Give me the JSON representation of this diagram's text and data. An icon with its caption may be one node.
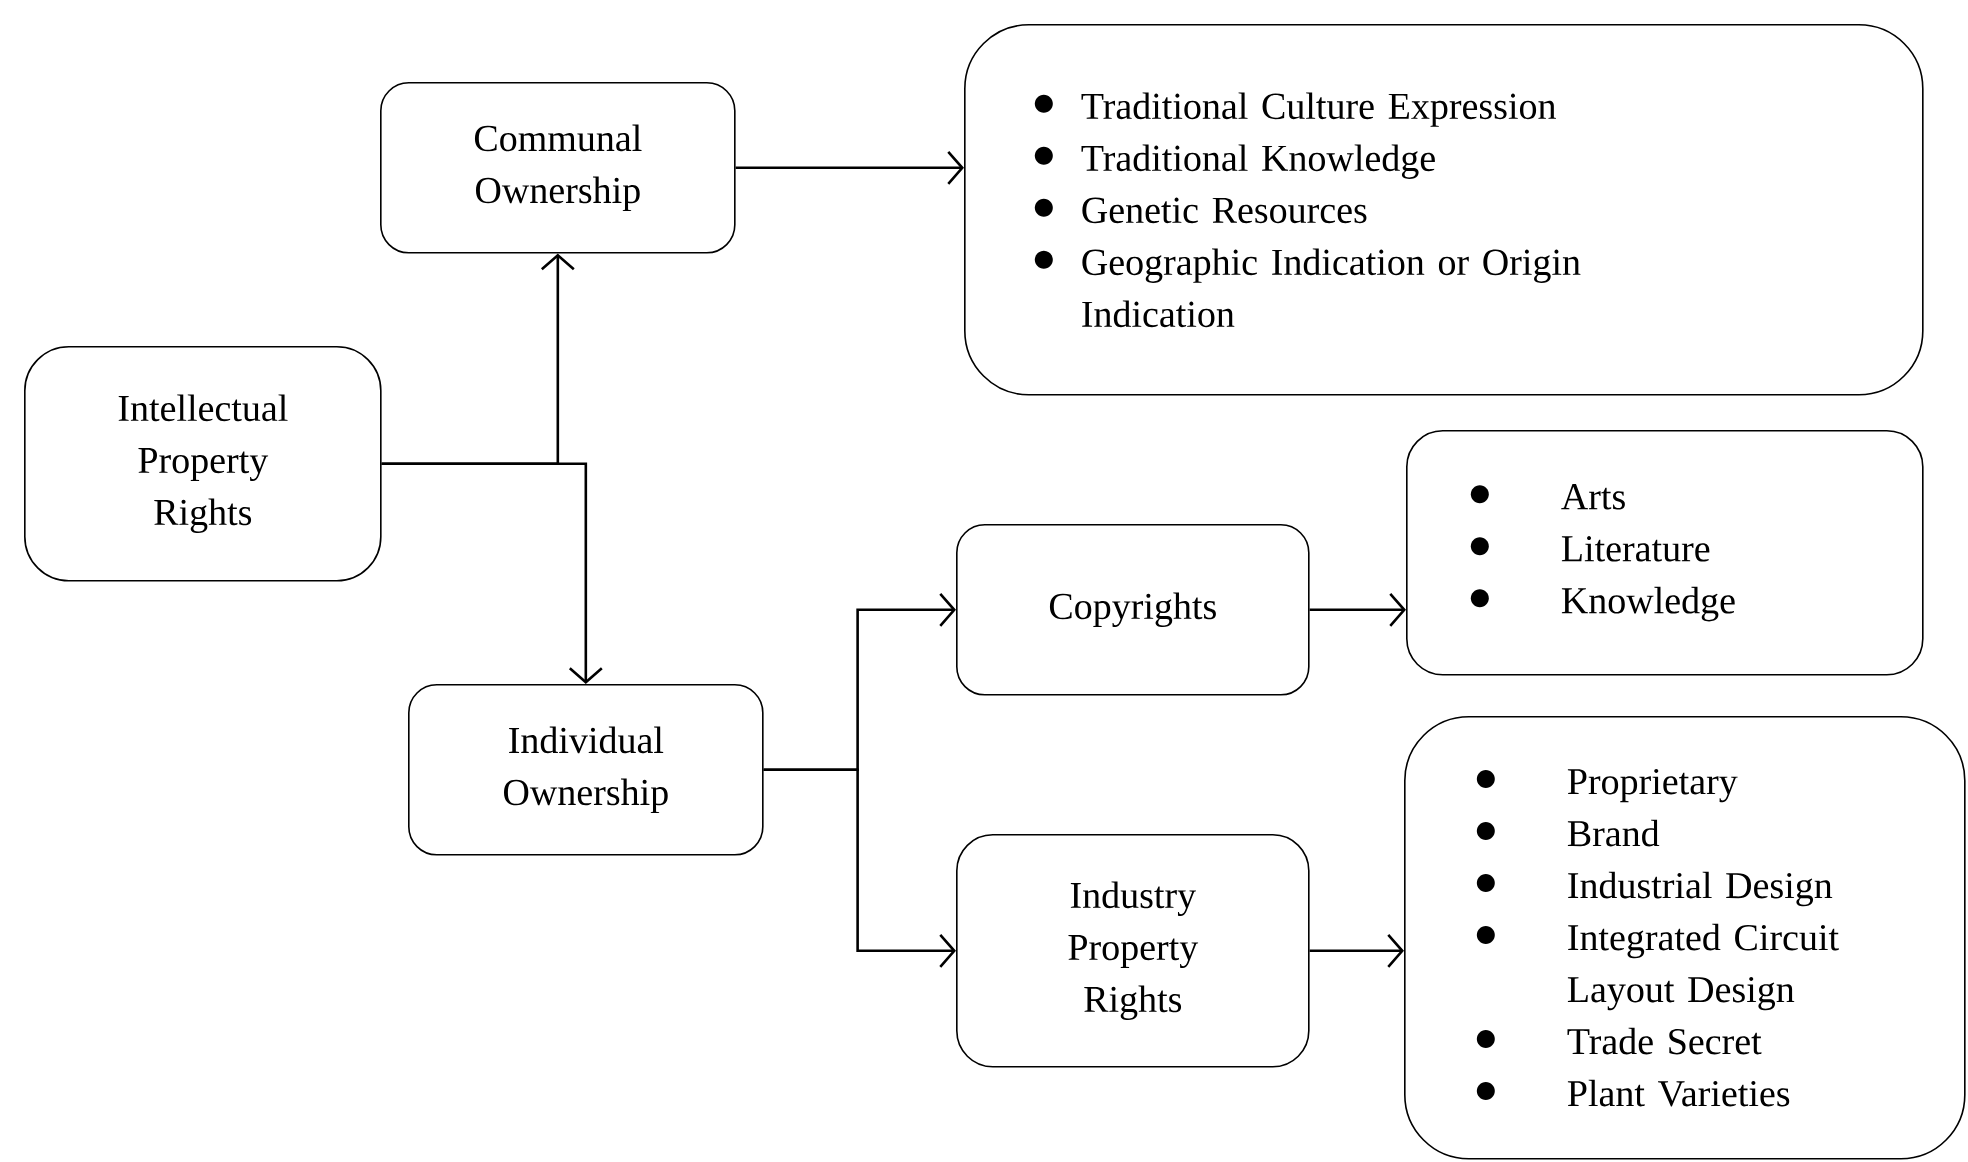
{
  "diagram": {
    "nodes": [
      {
        "text": [
          "Intellectual Property Rights"
        ]
      },
      {
        "text": [
          "Communal Ownership"
        ]
      },
      {
        "text": [
          "Traditional Culture Expression",
          "Traditional Knowledge",
          "Genetic Resources",
          "Geographic Indication or Origin Indication"
        ]
      },
      {
        "text": [
          "Individual Ownership"
        ]
      },
      {
        "text": [
          "Copyrights"
        ]
      },
      {
        "text": [
          "Arts",
          "Literature",
          "Knowledge"
        ]
      },
      {
        "text": [
          "Industry Property Rights"
        ]
      },
      {
        "text": [
          "Proprietary",
          "Brand",
          "Industrial Design",
          "Integrated Circuit Layout Design",
          "Trade Secret",
          "Plant Varieties"
        ]
      }
    ],
    "edges": [
      {
        "from": 0,
        "to": 1,
        "arrow": "to"
      },
      {
        "from": 0,
        "to": 3,
        "arrow": "to"
      },
      {
        "from": 1,
        "to": 2,
        "arrow": "to"
      },
      {
        "from": 3,
        "to": 4,
        "arrow": "to"
      },
      {
        "from": 3,
        "to": 6,
        "arrow": "to"
      },
      {
        "from": 4,
        "to": 5,
        "arrow": "to"
      },
      {
        "from": 6,
        "to": 7,
        "arrow": "to"
      }
    ]
  }
}
